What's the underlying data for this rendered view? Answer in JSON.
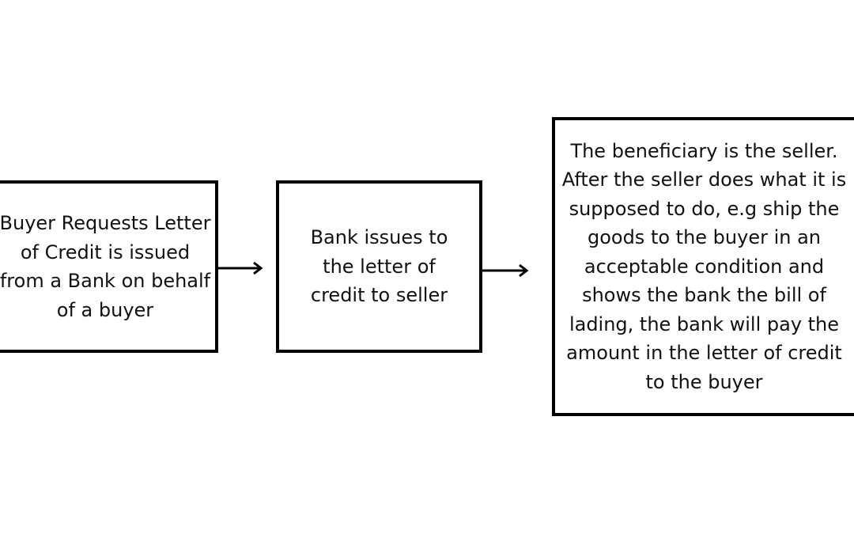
{
  "diagram": {
    "nodes": [
      {
        "id": "buyer-request",
        "text": "Buyer Requests Letter\nof Credit is issued\nfrom a Bank on behalf\nof  a buyer"
      },
      {
        "id": "bank-issues",
        "text": "Bank issues to\nthe letter of\ncredit to seller"
      },
      {
        "id": "beneficiary",
        "text": "The beneficiary is the seller.\nAfter the seller does what it is\nsupposed to do, e.g ship the\ngoods to the buyer in an\nacceptable condition and\nshows the bank the bill of\nlading, the bank will pay the\namount in the letter of credit\nto the buyer"
      }
    ],
    "edges": [
      {
        "from": "buyer-request",
        "to": "bank-issues"
      },
      {
        "from": "bank-issues",
        "to": "beneficiary"
      }
    ],
    "colors": {
      "border": "#000000",
      "text": "#111111",
      "background": "#ffffff"
    }
  }
}
